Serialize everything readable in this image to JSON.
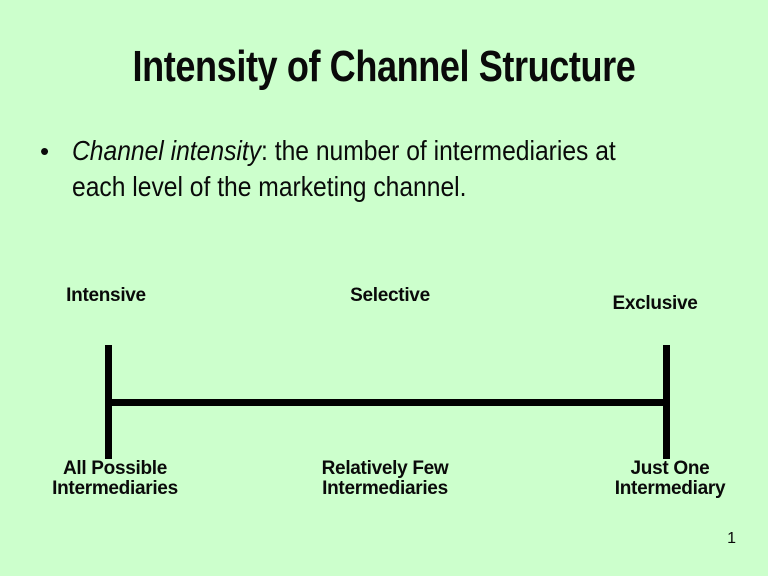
{
  "slide": {
    "title": "Intensity of Channel Structure",
    "bullet": {
      "marker": "•",
      "term": "Channel intensity",
      "rest": ": the number of intermediaries at\neach level of the marketing channel."
    },
    "diagram": {
      "points": [
        {
          "label": "Intensive",
          "sub1": "All Possible",
          "sub2": "Intermediaries"
        },
        {
          "label": "Selective",
          "sub1": "Relatively Few",
          "sub2": "Intermediaries"
        },
        {
          "label": "Exclusive",
          "sub1": "Just One",
          "sub2": "Intermediary"
        }
      ]
    },
    "page_number": "1",
    "colors": {
      "background": "#ccffcc",
      "text": "#0a0a0a",
      "line": "#000000"
    }
  }
}
